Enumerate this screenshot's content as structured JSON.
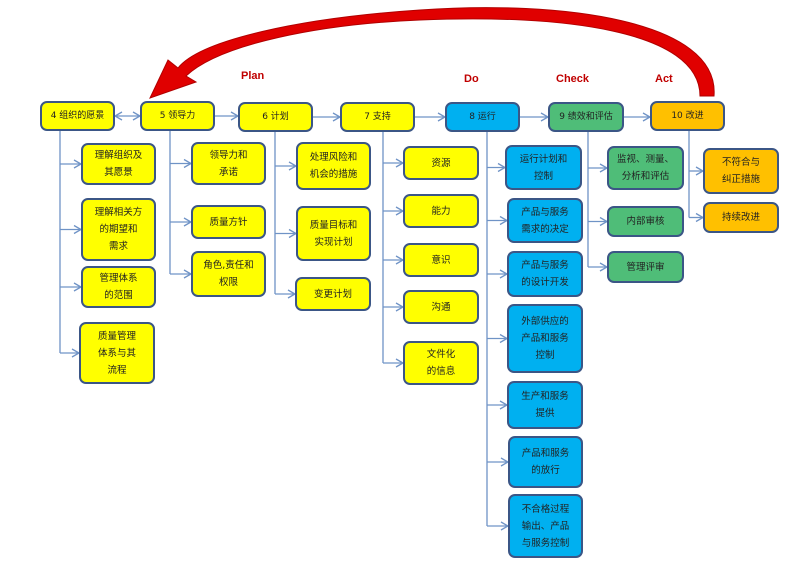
{
  "phases": {
    "plan": "Plan",
    "do": "Do",
    "check": "Check",
    "act": "Act"
  },
  "colors": {
    "yellow": "#ffff00",
    "blue": "#00b0f0",
    "green": "#4fbd78",
    "orange": "#ffc000",
    "arrow": "#e00000",
    "connector": "#6f93c6"
  },
  "groups": [
    {
      "title": "4 组织的愿景",
      "children": [
        "理解组织及\n其愿景",
        "理解相关方\n的期望和\n需求",
        "管理体系\n的范围",
        "质量管理\n体系与其\n流程"
      ]
    },
    {
      "title": "5 领导力",
      "children": [
        "领导力和\n承诺",
        "质量方针",
        "角色,责任和\n权限"
      ]
    },
    {
      "title": "6 计划",
      "children": [
        "处理风险和\n机会的措施",
        "质量目标和\n实现计划",
        "变更计划"
      ]
    },
    {
      "title": "7 支持",
      "children": [
        "资源",
        "能力",
        "意识",
        "沟通",
        "文件化\n的信息"
      ]
    },
    {
      "title": "8 运行",
      "children": [
        "运行计划和\n控制",
        "产品与服务\n需求的决定",
        "产品与服务\n的设计开发",
        "外部供应的\n产品和服务\n控制",
        "生产和服务\n提供",
        "产品和服务\n的放行",
        "不合格过程\n输出、产品\n与服务控制"
      ]
    },
    {
      "title": "9 绩效和评估",
      "children": [
        "监视、测量、\n分析和评估",
        "内部审核",
        "管理评审"
      ]
    },
    {
      "title": "10 改进",
      "children": [
        "不符合与\n纠正措施",
        "持续改进"
      ]
    }
  ]
}
